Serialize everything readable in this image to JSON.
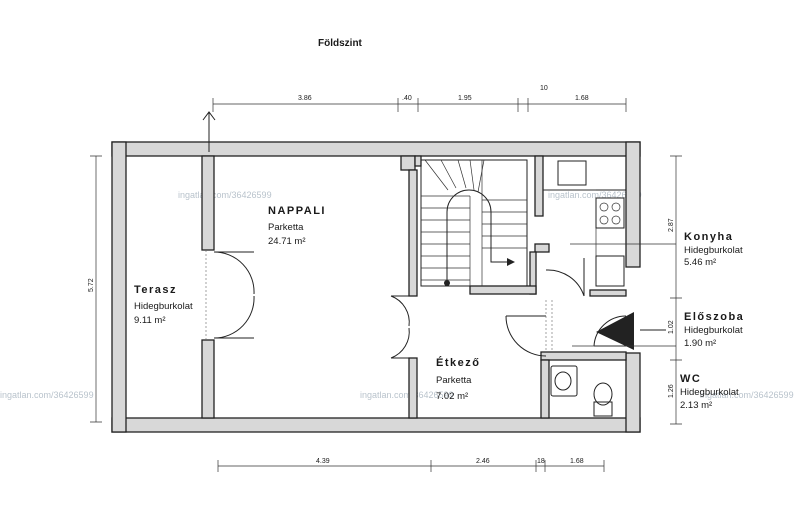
{
  "title": "Földszint",
  "rooms": {
    "nappali": {
      "name": "NAPPALI",
      "surface": "Parketta",
      "area": "24.71 m²"
    },
    "terasz": {
      "name": "Terasz",
      "surface": "Hidegburkolat",
      "area": "9.11 m²"
    },
    "etkezo": {
      "name": "Étkező",
      "surface": "Parketta",
      "area": "7.02 m²"
    },
    "konyha": {
      "name": "Konyha",
      "surface": "Hidegburkolat",
      "area": "5.46 m²"
    },
    "eloszoba": {
      "name": "Előszoba",
      "surface": "Hidegburkolat",
      "area": "1.90 m²"
    },
    "wc": {
      "name": "WC",
      "surface": "Hidegburkolat",
      "area": "2.13 m²"
    }
  },
  "dimensions": {
    "top": [
      "3.86",
      ".40",
      "1.95",
      "10",
      "1.68"
    ],
    "bottom": [
      "4.39",
      "2.46",
      "18",
      "1.68"
    ],
    "left": "5.72",
    "right": [
      "2.87",
      "1.02",
      "1.26"
    ]
  },
  "watermarks": [
    "ingatlan.com/36426599",
    "ingatlan.com/36426599",
    "ingatlan.com/36426599",
    "ingatlan.com/36426599",
    "ingatlan.com/36426599"
  ]
}
